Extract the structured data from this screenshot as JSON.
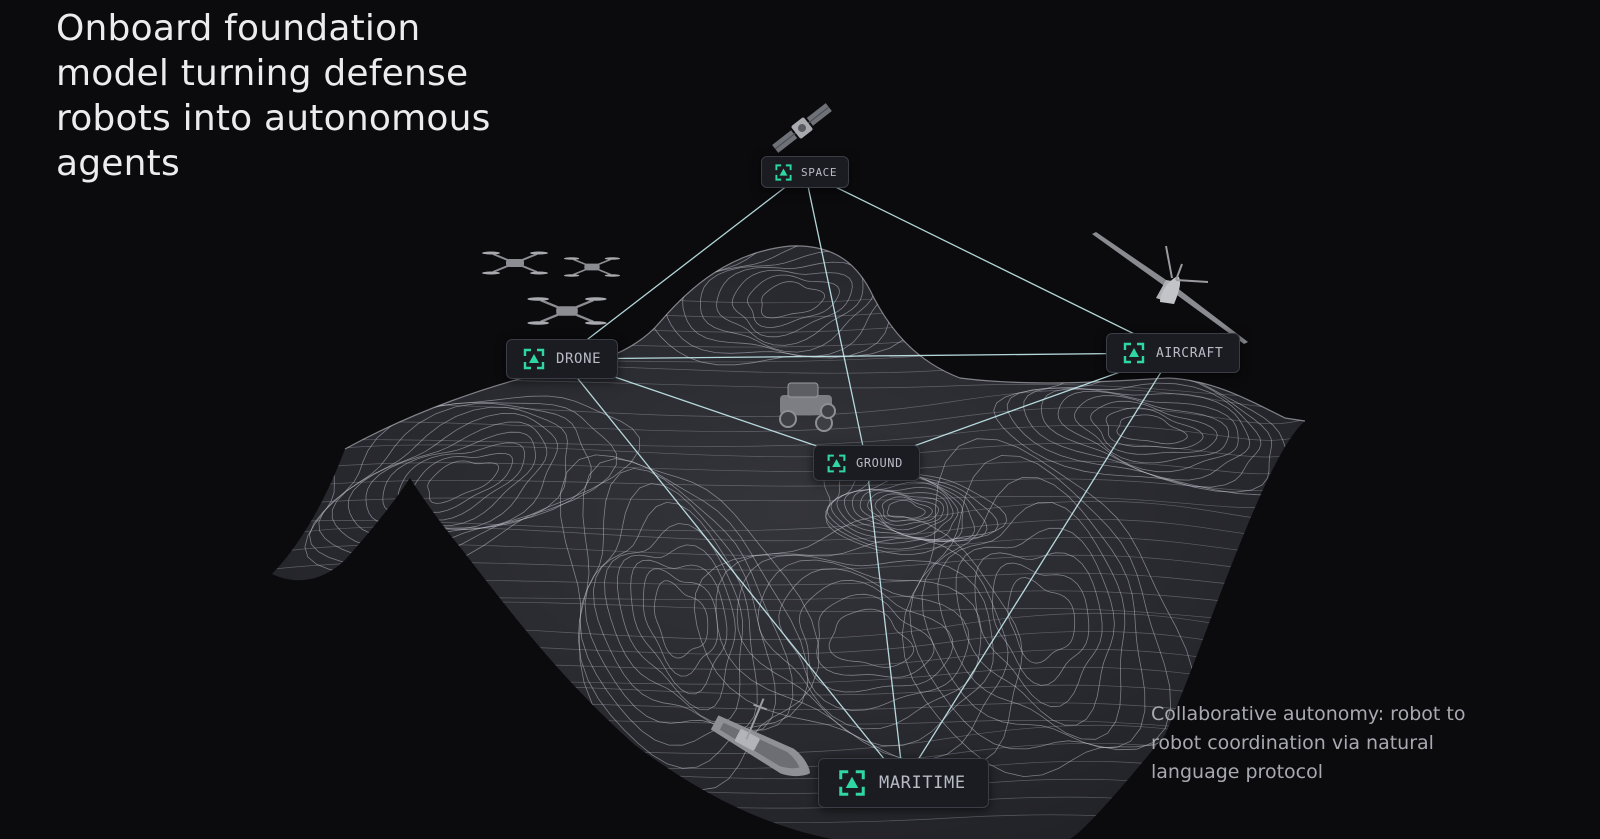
{
  "headline": "Onboard foundation model turning defense robots into autonomous agents",
  "caption": "Collaborative autonomy: robot to robot coordination via natural language protocol",
  "nodes": {
    "space": {
      "label": "SPACE"
    },
    "drone": {
      "label": "DRONE"
    },
    "aircraft": {
      "label": "AIRCRAFT"
    },
    "ground": {
      "label": "GROUND"
    },
    "maritime": {
      "label": "MARITIME"
    }
  },
  "links": [
    [
      "space",
      "drone"
    ],
    [
      "space",
      "aircraft"
    ],
    [
      "space",
      "ground"
    ],
    [
      "drone",
      "aircraft"
    ],
    [
      "drone",
      "ground"
    ],
    [
      "drone",
      "maritime"
    ],
    [
      "aircraft",
      "ground"
    ],
    [
      "aircraft",
      "maritime"
    ],
    [
      "ground",
      "maritime"
    ]
  ],
  "icons": {
    "node": "agent-node-icon",
    "satellite": "satellite-icon",
    "drone": "quadcopter-icon",
    "aircraft": "uav-aircraft-icon",
    "ground": "ground-vehicle-icon",
    "maritime": "boat-icon"
  },
  "colors": {
    "background": "#0b0b0d",
    "terrain": "#2a2b30",
    "contour": "#c4c4cf",
    "link": "#c6ecef",
    "accent": "#2fd6a6",
    "node_bg": "#1a1c21",
    "node_border": "#3a3d45"
  }
}
